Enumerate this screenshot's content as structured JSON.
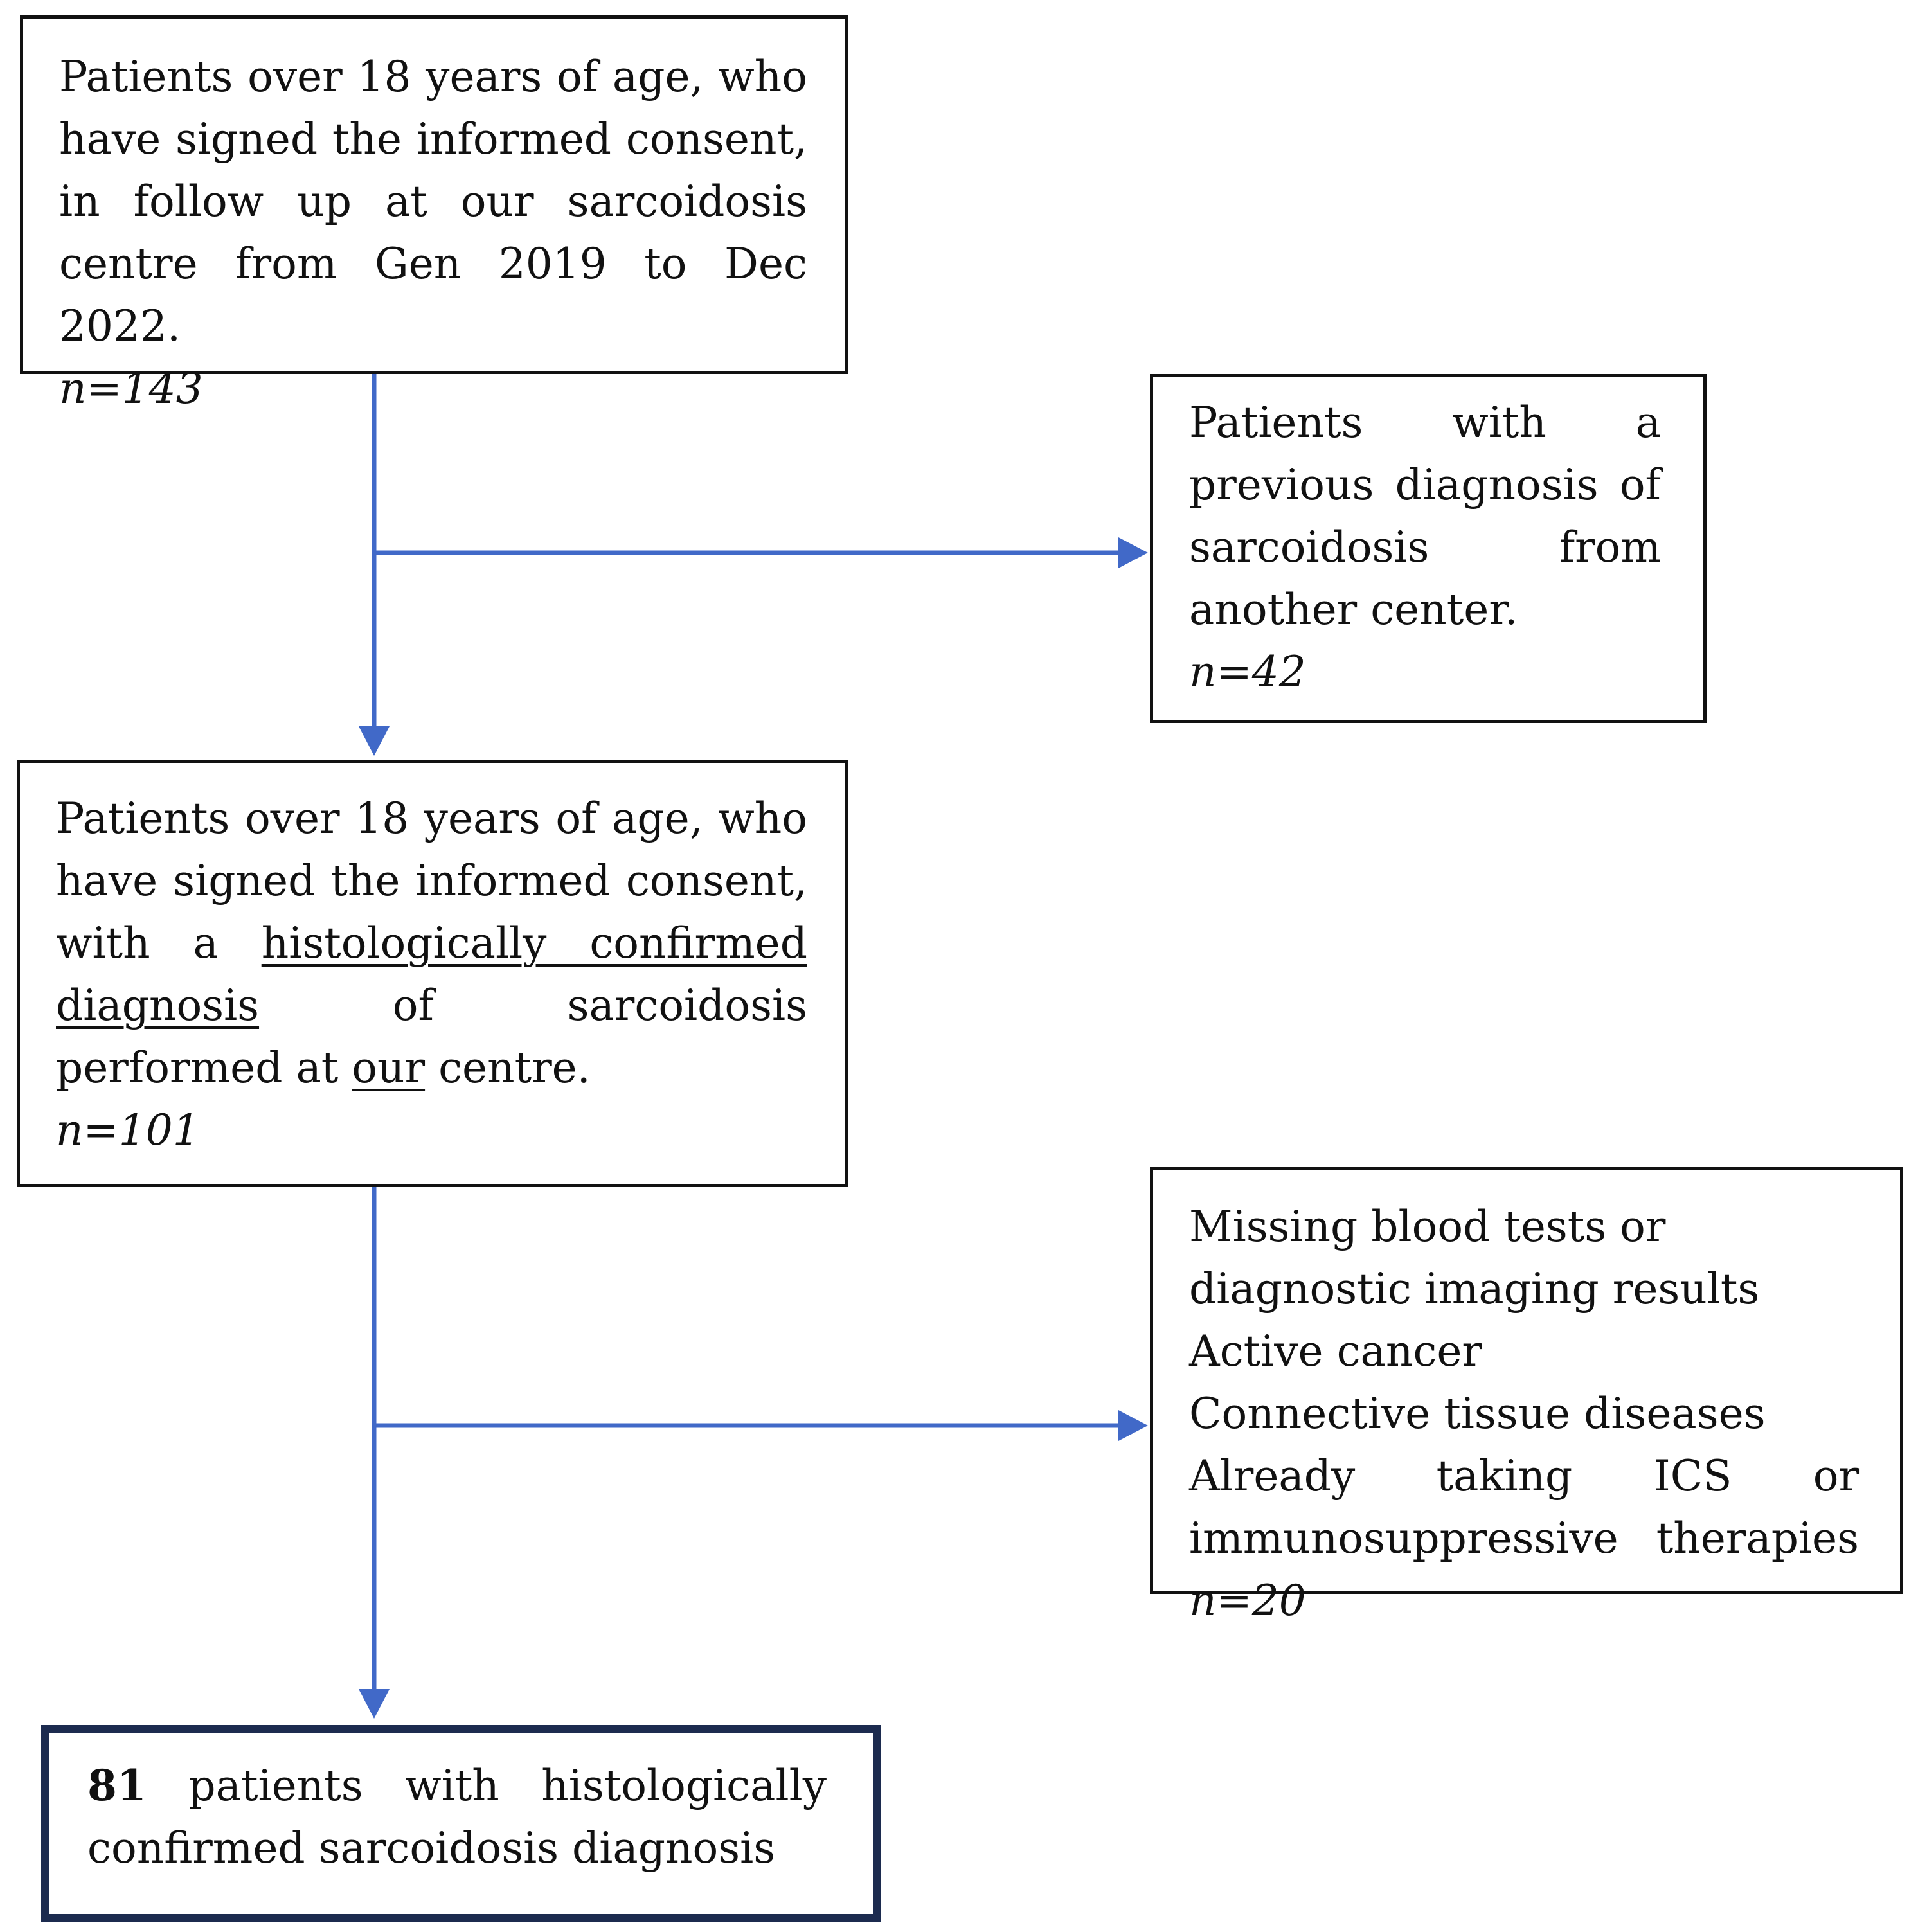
{
  "diagram": {
    "line_color": "#4169c8",
    "final_box_border_color": "#1c2b4f",
    "boxes": {
      "initial": {
        "text": "Patients over 18 years of age, who have signed the informed consent, in follow up at our sarcoidosis centre from Gen 2019 to Dec 2022.",
        "n": "n=143"
      },
      "excluded_1": {
        "text": "Patients with a previous diagnosis of sarcoidosis from another center.",
        "n": "n=42"
      },
      "eligible": {
        "text_start": "Patients over 18 years of age, who have signed the informed consent, with a",
        "text_underline_1": "histologically confirmed diagnosis",
        "text_middle": "of sarcoidosis performed at",
        "text_underline_2": "our",
        "text_end": "centre.",
        "n": "n=101"
      },
      "excluded_2": {
        "criteria": [
          "Missing blood tests or diagnostic imaging results Active cancer",
          "Connective tissue diseases",
          "Already taking ICS or immunosuppressive therapies"
        ],
        "n": "n=20"
      },
      "final": {
        "count": "81",
        "text": "patients with histologically confirmed sarcoidosis diagnosis"
      }
    }
  }
}
